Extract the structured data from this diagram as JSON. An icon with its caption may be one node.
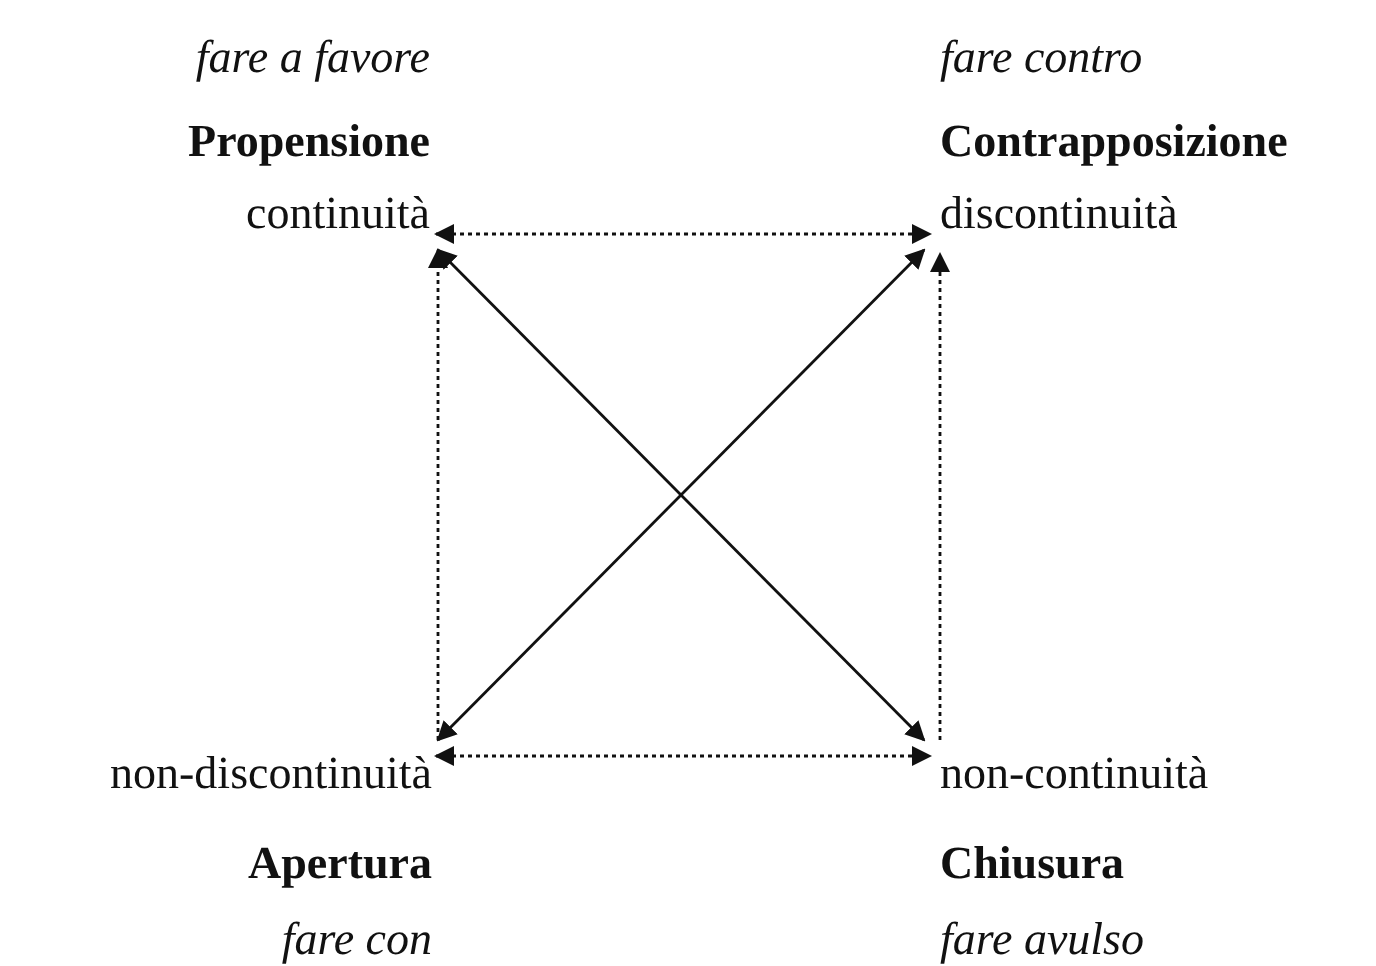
{
  "diagram": {
    "nodes": [
      {
        "text": [
          "fare a favore",
          "Propensione",
          "continuità"
        ]
      },
      {
        "text": [
          "fare contro",
          "Contrapposizione",
          "discontinuità"
        ]
      },
      {
        "text": [
          "non-discontinuità",
          "Apertura",
          "fare con"
        ]
      },
      {
        "text": [
          "non-continuità",
          "Chiusura",
          "fare avulso"
        ]
      }
    ],
    "edges": [
      {
        "from": 0,
        "to": 1,
        "arrow": "both",
        "style": "dashed"
      },
      {
        "from": 2,
        "to": 0,
        "arrow": "to",
        "style": "dashed"
      },
      {
        "from": 3,
        "to": 1,
        "arrow": "to",
        "style": "dashed"
      },
      {
        "from": 2,
        "to": 3,
        "arrow": "both",
        "style": "dashed"
      },
      {
        "from": 0,
        "to": 3,
        "arrow": "both"
      },
      {
        "from": 2,
        "to": 1,
        "arrow": "both"
      }
    ]
  }
}
